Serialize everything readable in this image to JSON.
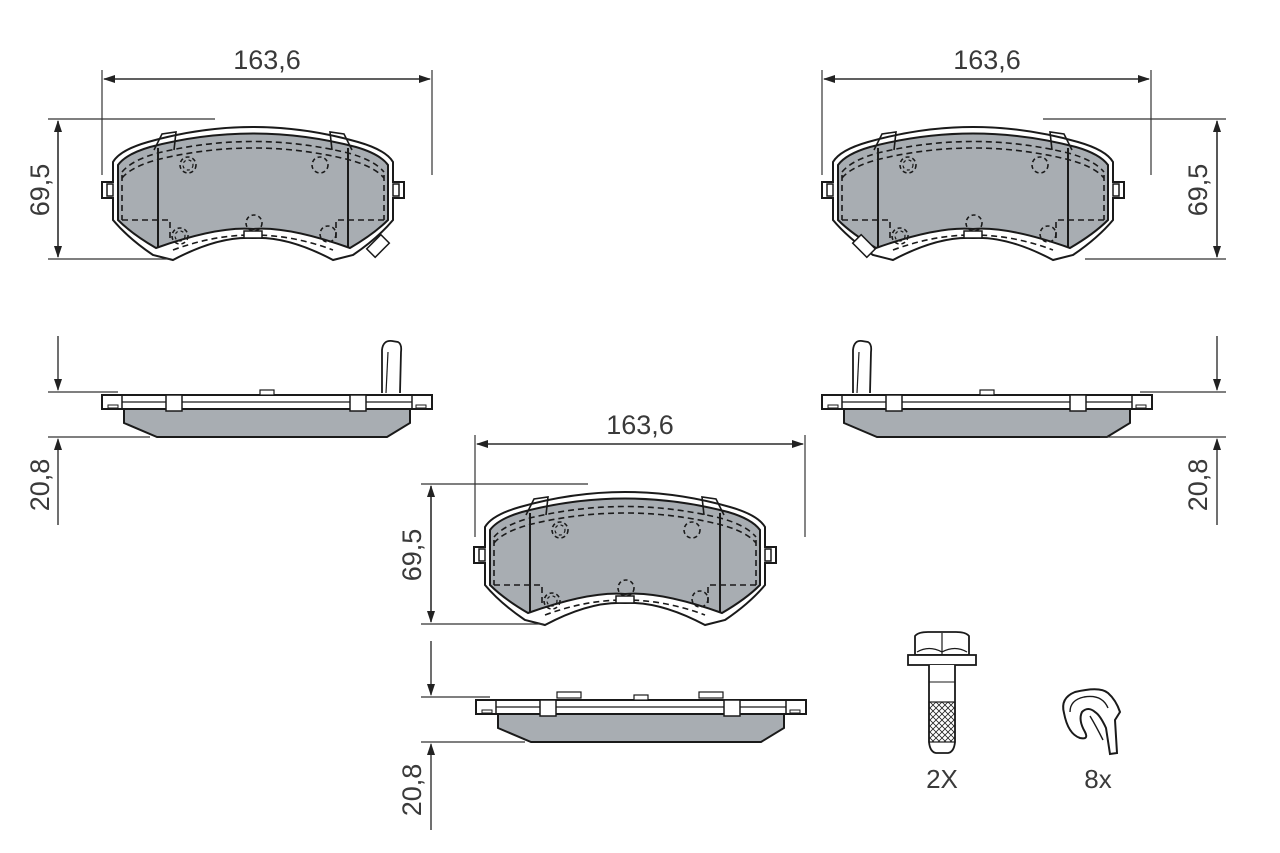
{
  "drawing": {
    "subject": "Brake pad set technical drawing",
    "colors": {
      "line": "#1a1a1a",
      "pad_fill": "#a8adb2",
      "dim_line": "#333333",
      "background": "#ffffff"
    },
    "views": [
      {
        "id": "pad-top-left",
        "width_label": "163,6",
        "height_label": "69,5"
      },
      {
        "id": "pad-top-right",
        "width_label": "163,6",
        "height_label": "69,5"
      },
      {
        "id": "pad-center",
        "width_label": "163,6",
        "height_label": "69,5"
      },
      {
        "id": "side-left",
        "thickness_label": "20,8"
      },
      {
        "id": "side-right",
        "thickness_label": "20,8"
      },
      {
        "id": "side-center",
        "thickness_label": "20,8"
      }
    ],
    "accessories": [
      {
        "id": "bolt",
        "icon": "bolt-icon",
        "quantity_label": "2X"
      },
      {
        "id": "clip",
        "icon": "spring-clip-icon",
        "quantity_label": "8x"
      }
    ]
  }
}
